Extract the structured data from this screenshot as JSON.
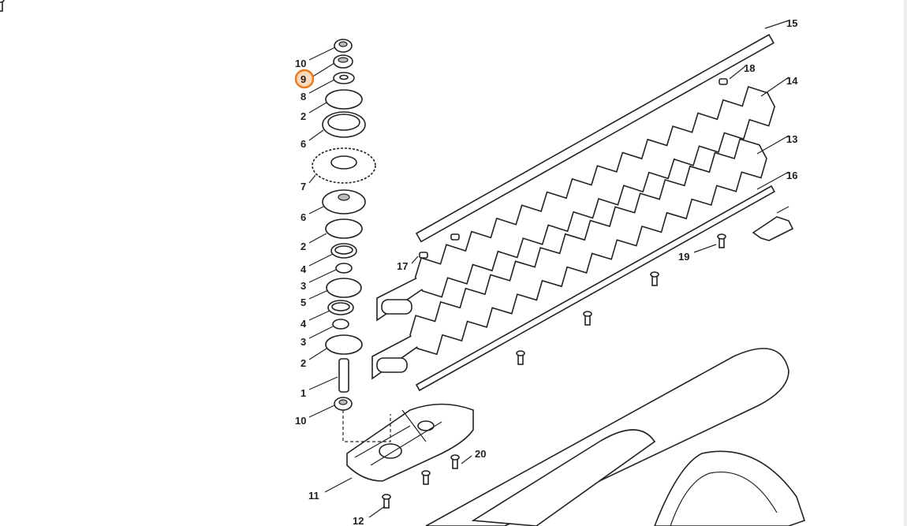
{
  "diagram": {
    "selected_callout": "9",
    "highlight_color": "#ee7a1e",
    "callouts": {
      "c10a": "10",
      "c9": "9",
      "c8": "8",
      "c2a": "2",
      "c6a": "6",
      "c7": "7",
      "c6b": "6",
      "c2b": "2",
      "c4a": "4",
      "c3a": "3",
      "c5": "5",
      "c4b": "4",
      "c3b": "3",
      "c2c": "2",
      "c1": "1",
      "c10b": "10",
      "c11": "11",
      "c12": "12",
      "c20": "20",
      "c17": "17",
      "c19": "19",
      "c15": "15",
      "c18": "18",
      "c14": "14",
      "c13": "13",
      "c16": "16"
    }
  }
}
